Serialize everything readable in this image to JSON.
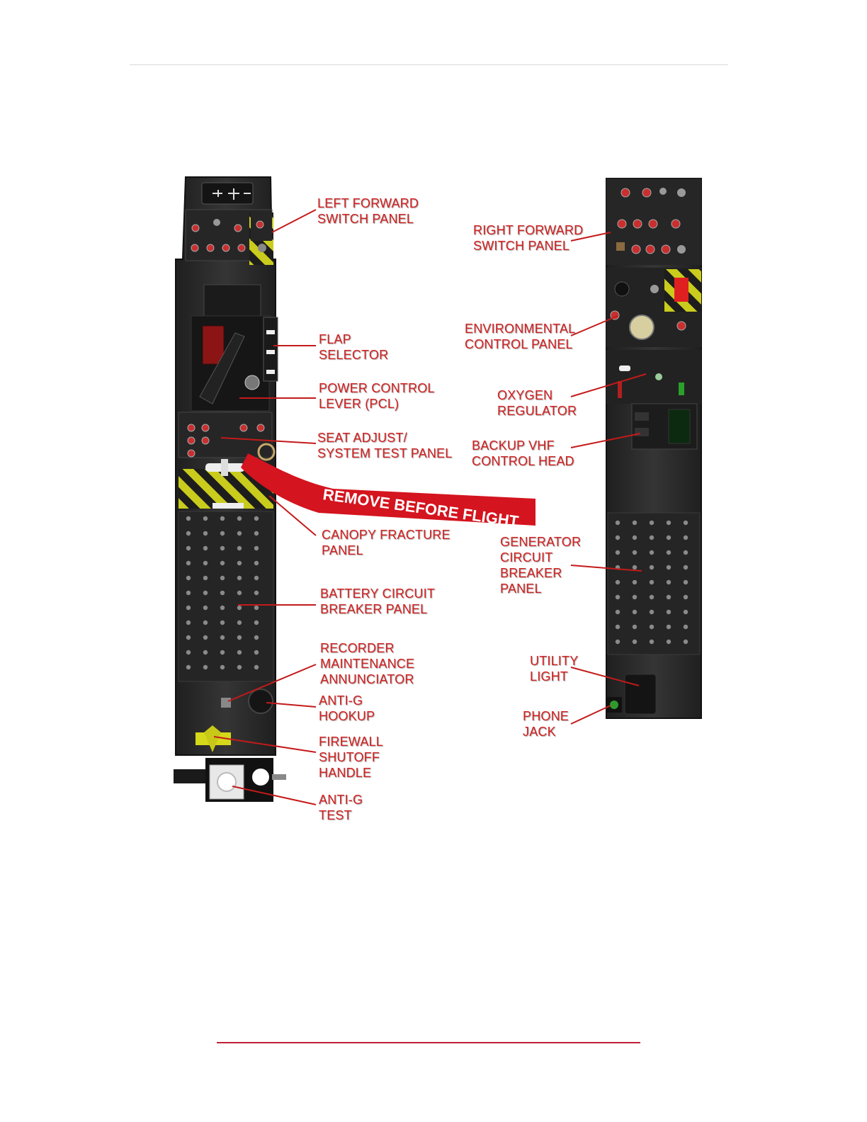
{
  "colors": {
    "callout_text": "#d32020",
    "leader_line": "#c41a1a",
    "panel_body": "#2b2b2b",
    "hazard_yellow": "#d6d81a",
    "flag_red": "#d4141e"
  },
  "left_console": {
    "flag_text": "REMOVE BEFORE FLIGHT",
    "callouts": [
      {
        "id": "left-forward-switch-panel",
        "lines": [
          "LEFT FORWARD",
          "SWITCH PANEL"
        ]
      },
      {
        "id": "flap-selector",
        "lines": [
          "FLAP",
          "SELECTOR"
        ]
      },
      {
        "id": "power-control-lever",
        "lines": [
          "POWER CONTROL",
          "LEVER (PCL)"
        ]
      },
      {
        "id": "seat-adjust-system-test-panel",
        "lines": [
          "SEAT ADJUST/",
          "SYSTEM TEST PANEL"
        ]
      },
      {
        "id": "canopy-fracture-panel",
        "lines": [
          "CANOPY FRACTURE",
          "PANEL"
        ]
      },
      {
        "id": "battery-circuit-breaker-panel",
        "lines": [
          "BATTERY CIRCUIT",
          "BREAKER PANEL"
        ]
      },
      {
        "id": "recorder-maintenance-annunciator",
        "lines": [
          "RECORDER",
          "MAINTENANCE",
          "ANNUNCIATOR"
        ]
      },
      {
        "id": "anti-g-hookup",
        "lines": [
          "ANTI-G",
          "HOOKUP"
        ]
      },
      {
        "id": "firewall-shutoff-handle",
        "lines": [
          "FIREWALL",
          "SHUTOFF",
          "HANDLE"
        ]
      },
      {
        "id": "anti-g-test",
        "lines": [
          "ANTI-G",
          "TEST"
        ]
      }
    ]
  },
  "right_console": {
    "callouts": [
      {
        "id": "right-forward-switch-panel",
        "lines": [
          "RIGHT FORWARD",
          "SWITCH PANEL"
        ]
      },
      {
        "id": "environmental-control-panel",
        "lines": [
          "ENVIRONMENTAL",
          "CONTROL PANEL"
        ]
      },
      {
        "id": "oxygen-regulator",
        "lines": [
          "OXYGEN",
          "REGULATOR"
        ]
      },
      {
        "id": "backup-vhf-control-head",
        "lines": [
          "BACKUP VHF",
          "CONTROL HEAD"
        ]
      },
      {
        "id": "generator-circuit-breaker-panel",
        "lines": [
          "GENERATOR",
          "CIRCUIT",
          "BREAKER",
          "PANEL"
        ]
      },
      {
        "id": "utility-light",
        "lines": [
          "UTILITY",
          "LIGHT"
        ]
      },
      {
        "id": "phone-jack",
        "lines": [
          "PHONE",
          "JACK"
        ]
      }
    ]
  }
}
